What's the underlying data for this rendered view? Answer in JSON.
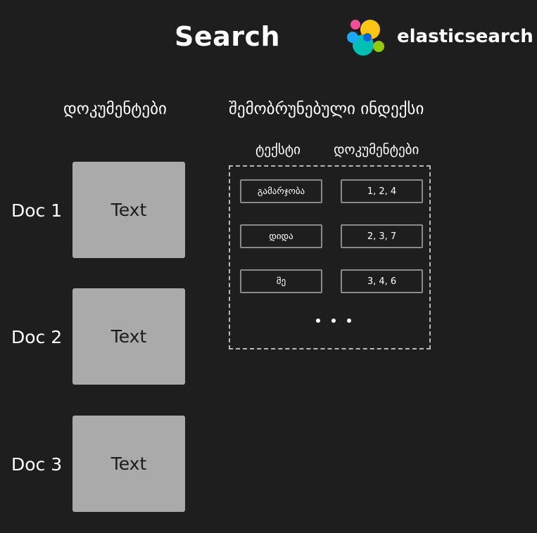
{
  "header": {
    "title": "Search",
    "logo_text": "elasticsearch",
    "logo_colors": [
      "#fec514",
      "#00bfb3",
      "#f04e98",
      "#1ba9f5",
      "#93c90e",
      "#07c"
    ]
  },
  "documents_column": {
    "heading": "დოკუმენტები",
    "docs": [
      {
        "label": "Doc 1",
        "content": "Text"
      },
      {
        "label": "Doc 2",
        "content": "Text"
      },
      {
        "label": "Doc 3",
        "content": "Text"
      }
    ]
  },
  "index_column": {
    "heading": "შემობრუნებული ინდექსი",
    "term_header": "ტექსტი",
    "docs_header": "დოკუმენტები",
    "rows": [
      {
        "term": "გამარჯობა",
        "docs": "1, 2, 4"
      },
      {
        "term": "დიდა",
        "docs": "2, 3, 7"
      },
      {
        "term": "მე",
        "docs": "3, 4, 6"
      }
    ]
  },
  "colors": {
    "background": "#1e1e1e",
    "doc_box": "#aaaaaa",
    "cell_border": "#8a8a8a",
    "frame_border": "#b8b8b8"
  }
}
